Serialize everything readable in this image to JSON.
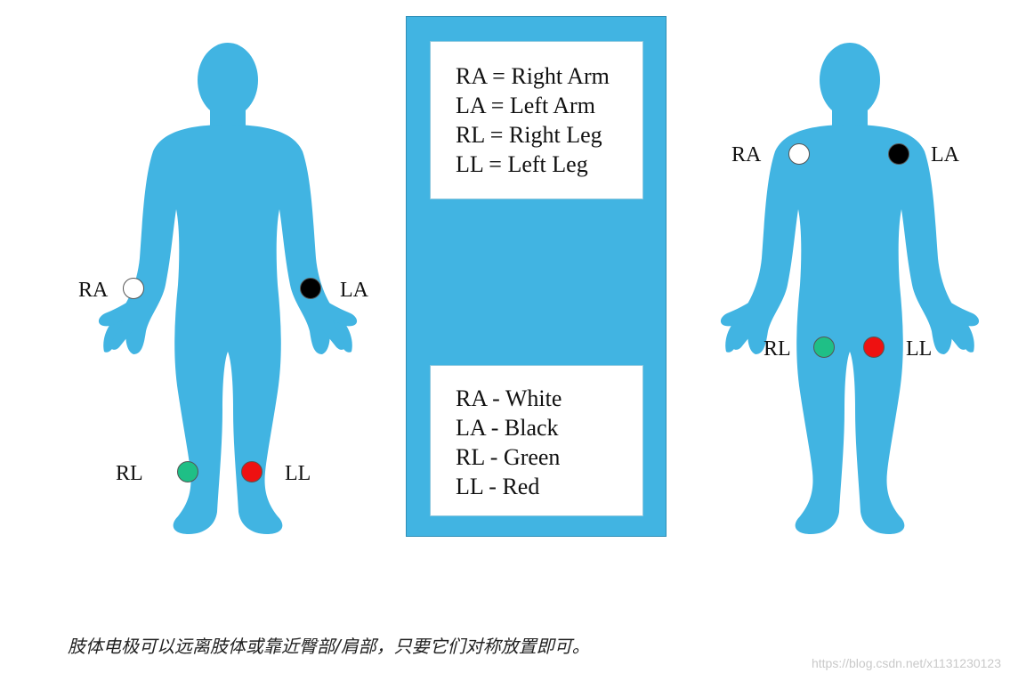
{
  "colors": {
    "body": "#41b4e2",
    "panel": "#41b4e2",
    "ra": "#ffffff",
    "la": "#000000",
    "rl": "#1fbf86",
    "ll": "#ee1111"
  },
  "left_figure": {
    "ra": "RA",
    "la": "LA",
    "rl": "RL",
    "ll": "LL"
  },
  "right_figure": {
    "ra": "RA",
    "la": "LA",
    "rl": "RL",
    "ll": "LL"
  },
  "legend_top": [
    "RA = Right Arm",
    "LA = Left Arm",
    "RL = Right Leg",
    "LL = Left Leg"
  ],
  "legend_bottom": [
    "RA - White",
    "LA - Black",
    "RL - Green",
    "LL - Red"
  ],
  "caption": "肢体电极可以远离肢体或靠近臀部/肩部，只要它们对称放置即可。",
  "watermark": "https://blog.csdn.net/x1131230123"
}
